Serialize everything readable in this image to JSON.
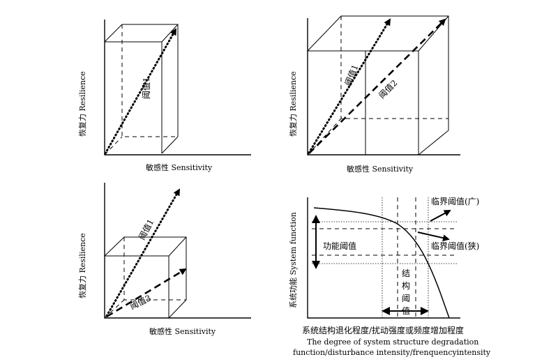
{
  "panel1": {
    "y_axis_label": "恢复力 Resilience",
    "x_axis_label": "敏感性 Sensitivity",
    "threshold_1": "阈值1"
  },
  "panel2": {
    "y_axis_label": "恢复力 Resilience",
    "x_axis_label": "敏感性 Sensitivity",
    "threshold_1": "阈值1",
    "threshold_2": "阈值2"
  },
  "panel3": {
    "y_axis_label": "恢复力 Resilience",
    "x_axis_label": "敏感性 Sensitivity",
    "threshold_1": "阈值1",
    "threshold_3": "阈值3"
  },
  "panel4": {
    "y_axis_label": "系统功能 System function",
    "critical_wide": "临界阈值(广)",
    "critical_narrow": "临界阈值(狭)",
    "function_threshold": "功能阈值",
    "structure_threshold_chars": [
      "结",
      "构",
      "阈",
      "值"
    ],
    "x_axis_label_cn": "系统结构退化程度/扰动强度或频度增加程度",
    "x_axis_label_en_line1": "The degree of system structure degradation",
    "x_axis_label_en_line2": "function/disturbance intensity/frenquencyintensity"
  }
}
